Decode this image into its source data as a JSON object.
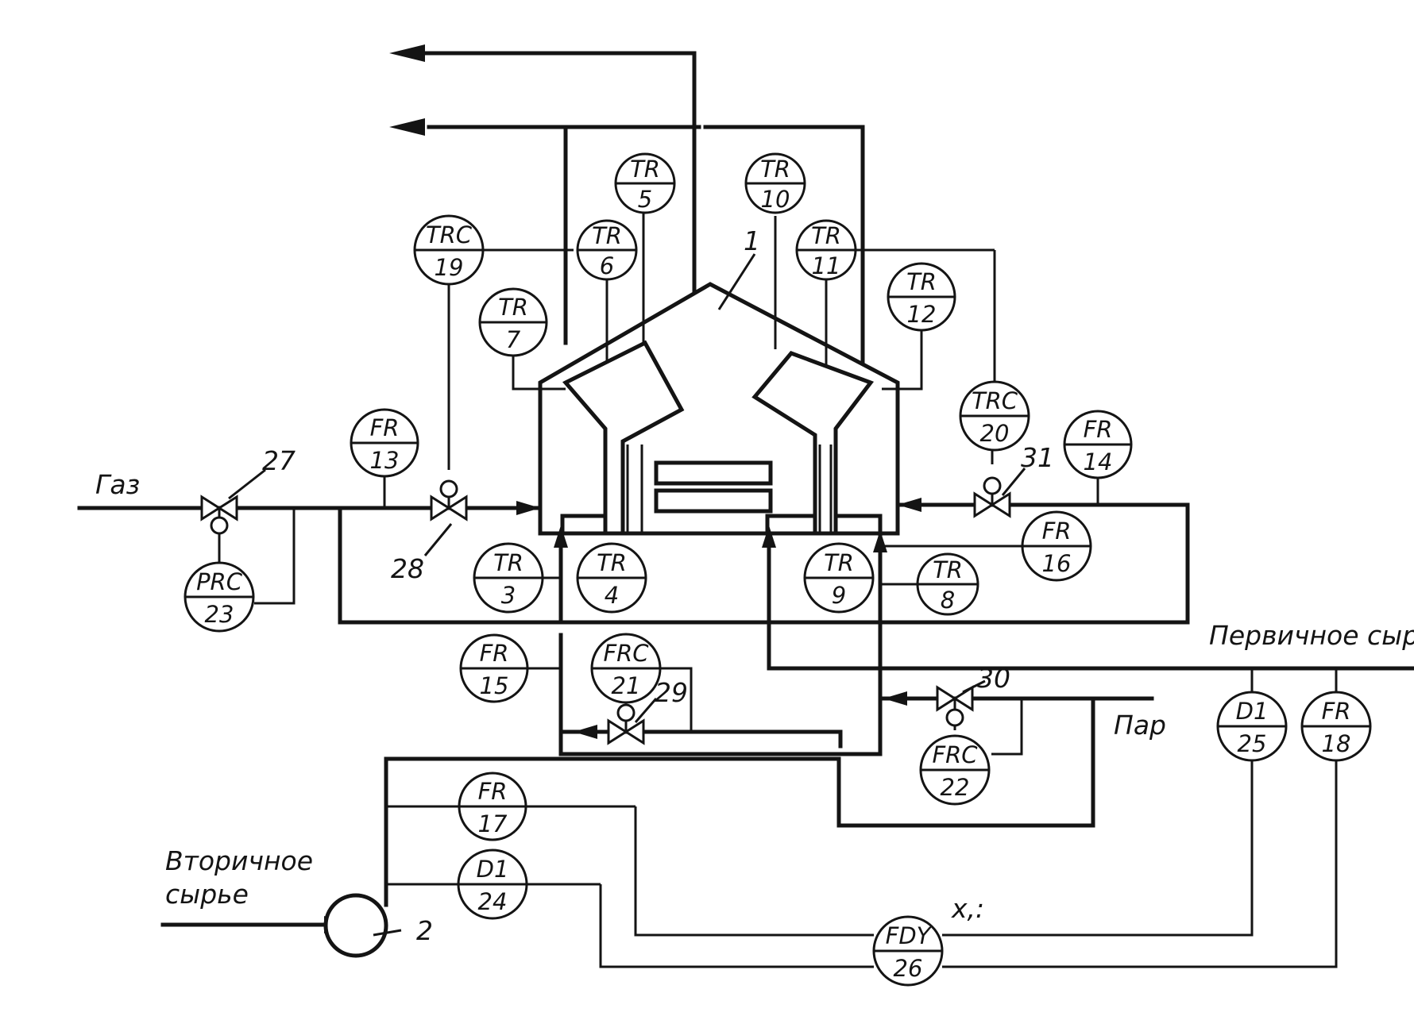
{
  "streams": {
    "gas": "Газ",
    "primary_feed": "Первичное сыр",
    "steam": "Пар",
    "secondary_feed_line1": "Вторичное",
    "secondary_feed_line2": "сырье"
  },
  "equipment_labels": {
    "reactor": "1",
    "pump": "2",
    "valve_27": "27",
    "valve_28": "28",
    "valve_29": "29",
    "valve_30": "30",
    "valve_31": "31"
  },
  "annotation_x": "x,:",
  "instruments": [
    {
      "id": "i3",
      "tag": "TR",
      "num": "3"
    },
    {
      "id": "i4",
      "tag": "TR",
      "num": "4"
    },
    {
      "id": "i5",
      "tag": "TR",
      "num": "5"
    },
    {
      "id": "i6",
      "tag": "TR",
      "num": "6"
    },
    {
      "id": "i7",
      "tag": "TR",
      "num": "7"
    },
    {
      "id": "i8",
      "tag": "TR",
      "num": "8"
    },
    {
      "id": "i9",
      "tag": "TR",
      "num": "9"
    },
    {
      "id": "i10",
      "tag": "TR",
      "num": "10"
    },
    {
      "id": "i11",
      "tag": "TR",
      "num": "11"
    },
    {
      "id": "i12",
      "tag": "TR",
      "num": "12"
    },
    {
      "id": "i13",
      "tag": "FR",
      "num": "13"
    },
    {
      "id": "i14",
      "tag": "FR",
      "num": "14"
    },
    {
      "id": "i15",
      "tag": "FR",
      "num": "15"
    },
    {
      "id": "i16",
      "tag": "FR",
      "num": "16"
    },
    {
      "id": "i17",
      "tag": "FR",
      "num": "17"
    },
    {
      "id": "i18",
      "tag": "FR",
      "num": "18"
    },
    {
      "id": "i19",
      "tag": "TRC",
      "num": "19"
    },
    {
      "id": "i20",
      "tag": "TRC",
      "num": "20"
    },
    {
      "id": "i21",
      "tag": "FRC",
      "num": "21"
    },
    {
      "id": "i22",
      "tag": "FRC",
      "num": "22"
    },
    {
      "id": "i23",
      "tag": "PRC",
      "num": "23"
    },
    {
      "id": "i24",
      "tag": "D1",
      "num": "24"
    },
    {
      "id": "i25",
      "tag": "D1",
      "num": "25"
    },
    {
      "id": "i26",
      "tag": "FDY",
      "num": "26"
    }
  ]
}
